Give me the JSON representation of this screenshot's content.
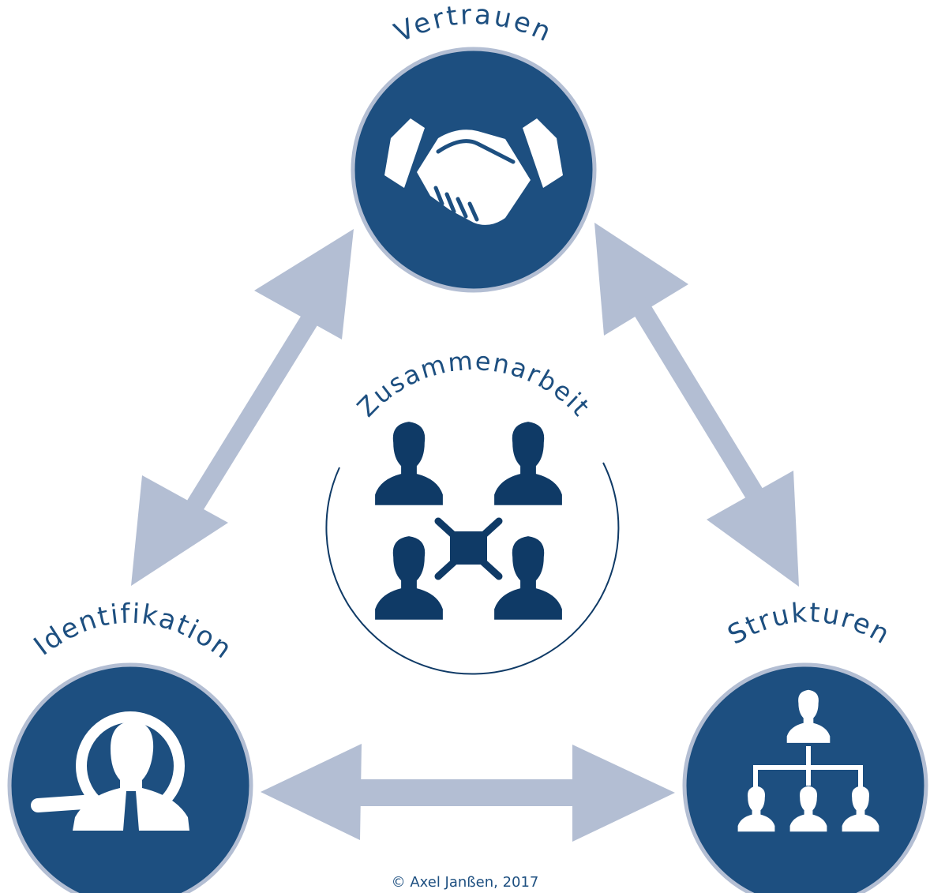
{
  "nodes": {
    "top": {
      "label": "Vertrauen",
      "icon": "handshake-icon"
    },
    "left": {
      "label": "Identifikation",
      "icon": "person-search-icon"
    },
    "right": {
      "label": "Strukturen",
      "icon": "org-chart-icon"
    },
    "center": {
      "label": "Zusammenarbeit",
      "icon": "team-network-icon"
    }
  },
  "copyright": "© Axel Janßen, 2017",
  "colors": {
    "circle_fill": "#1d4f80",
    "circle_ring": "#b3bed3",
    "arrow": "#b3bed3",
    "text": "#1d4f80",
    "center_icon": "#0f3a66"
  }
}
